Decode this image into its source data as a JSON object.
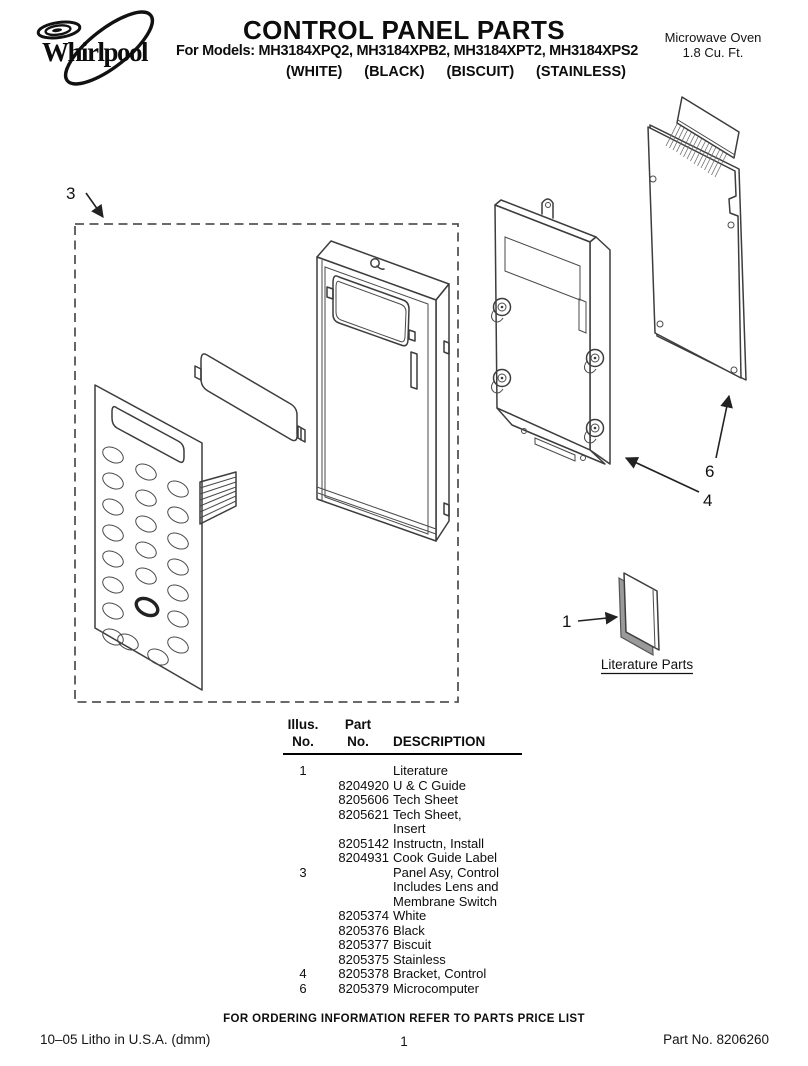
{
  "header": {
    "logo": "Whirlpool",
    "title": "CONTROL PANEL PARTS",
    "models_line": "For Models: MH3184XPQ2, MH3184XPB2, MH3184XPT2, MH3184XPS2",
    "finishes": [
      "(WHITE)",
      "(BLACK)",
      "(BISCUIT)",
      "(STAINLESS)"
    ],
    "product": {
      "line1": "Microwave Oven",
      "line2": "1.8 Cu. Ft."
    }
  },
  "diagram": {
    "callout_panel_assembly": "3",
    "callout_literature": "1",
    "callout_bracket": "4",
    "callout_microcomputer": "6",
    "literature_caption": "Literature Parts"
  },
  "table": {
    "headers": {
      "illus1": "Illus.",
      "illus2": "No.",
      "part1": "Part",
      "part2": "No.",
      "desc": "DESCRIPTION"
    },
    "rows": [
      {
        "illus": "1",
        "part": "",
        "desc": "Literature"
      },
      {
        "illus": "",
        "part": "8204920",
        "desc": "U & C Guide"
      },
      {
        "illus": "",
        "part": "8205606",
        "desc": "Tech Sheet"
      },
      {
        "illus": "",
        "part": "8205621",
        "desc": "Tech Sheet,"
      },
      {
        "illus": "",
        "part": "",
        "desc": "Insert"
      },
      {
        "illus": "",
        "part": "8205142",
        "desc": "Instructn, Install"
      },
      {
        "illus": "",
        "part": "8204931",
        "desc": "Cook Guide Label"
      },
      {
        "illus": "3",
        "part": "",
        "desc": "Panel Asy, Control"
      },
      {
        "illus": "",
        "part": "",
        "desc": "Includes Lens and"
      },
      {
        "illus": "",
        "part": "",
        "desc": "Membrane Switch"
      },
      {
        "illus": "",
        "part": "8205374",
        "desc": "White"
      },
      {
        "illus": "",
        "part": "8205376",
        "desc": "Black"
      },
      {
        "illus": "",
        "part": "8205377",
        "desc": "Biscuit"
      },
      {
        "illus": "",
        "part": "8205375",
        "desc": "Stainless"
      },
      {
        "illus": "4",
        "part": "8205378",
        "desc": "Bracket, Control"
      },
      {
        "illus": "6",
        "part": "8205379",
        "desc": "Microcomputer"
      }
    ]
  },
  "footer": {
    "ordering": "FOR ORDERING INFORMATION REFER TO PARTS PRICE LIST",
    "litho": "10–05 Litho in U.S.A. (dmm)",
    "page": "1",
    "part_no": "Part No. 8206260"
  }
}
